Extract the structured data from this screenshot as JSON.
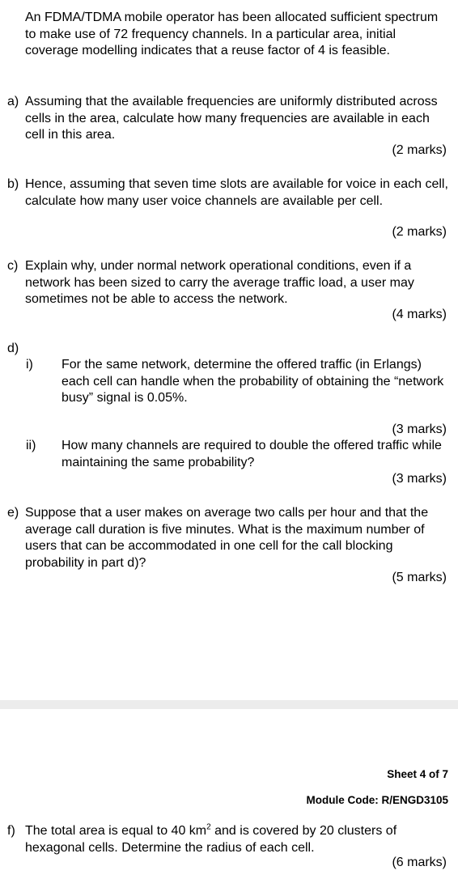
{
  "intro": "An FDMA/TDMA mobile operator has been allocated sufficient spectrum to make use of 72 frequency channels. In a particular area, initial coverage modelling indicates that a reuse factor of 4 is feasible.",
  "questions": {
    "a": {
      "label": "a)",
      "text": "Assuming that the available frequencies are uniformly distributed across cells in the area, calculate how many frequencies are available in each cell in this area.",
      "marks": "(2 marks)"
    },
    "b": {
      "label": "b)",
      "text": "Hence, assuming that seven time slots are available for voice in each cell, calculate how many user voice channels are available per cell.",
      "marks": "(2 marks)"
    },
    "c": {
      "label": "c)",
      "text": "Explain why, under normal network operational conditions, even if a network has been sized to carry the average traffic load, a user may sometimes not be able to access the network.",
      "marks": "(4 marks)"
    },
    "d": {
      "label": "d)",
      "i": {
        "label": "i)",
        "text": "For the same network, determine the offered traffic (in Erlangs) each cell can handle when the probability of obtaining the “network busy” signal is 0.05%.",
        "marks": "(3 marks)"
      },
      "ii": {
        "label": "ii)",
        "text": "How many channels are required to double the offered traffic while maintaining the same probability?",
        "marks": "(3 marks)"
      }
    },
    "e": {
      "label": "e)",
      "text": "Suppose that a user makes on average two calls per hour and that the average call duration is five minutes. What is the maximum number of users that can be accommodated in one cell for the call blocking probability in part d)?",
      "marks": "(5 marks)"
    },
    "f": {
      "label": "f)",
      "text_before": "The total area is equal to 40 km",
      "superscript": "2",
      "text_after": " and is covered by 20 clusters of hexagonal cells. Determine the radius of each cell.",
      "marks": "(6 marks)"
    }
  },
  "footer": {
    "sheet": "Sheet 4 of 7",
    "module_code": "Module Code: R/ENGD3105"
  }
}
